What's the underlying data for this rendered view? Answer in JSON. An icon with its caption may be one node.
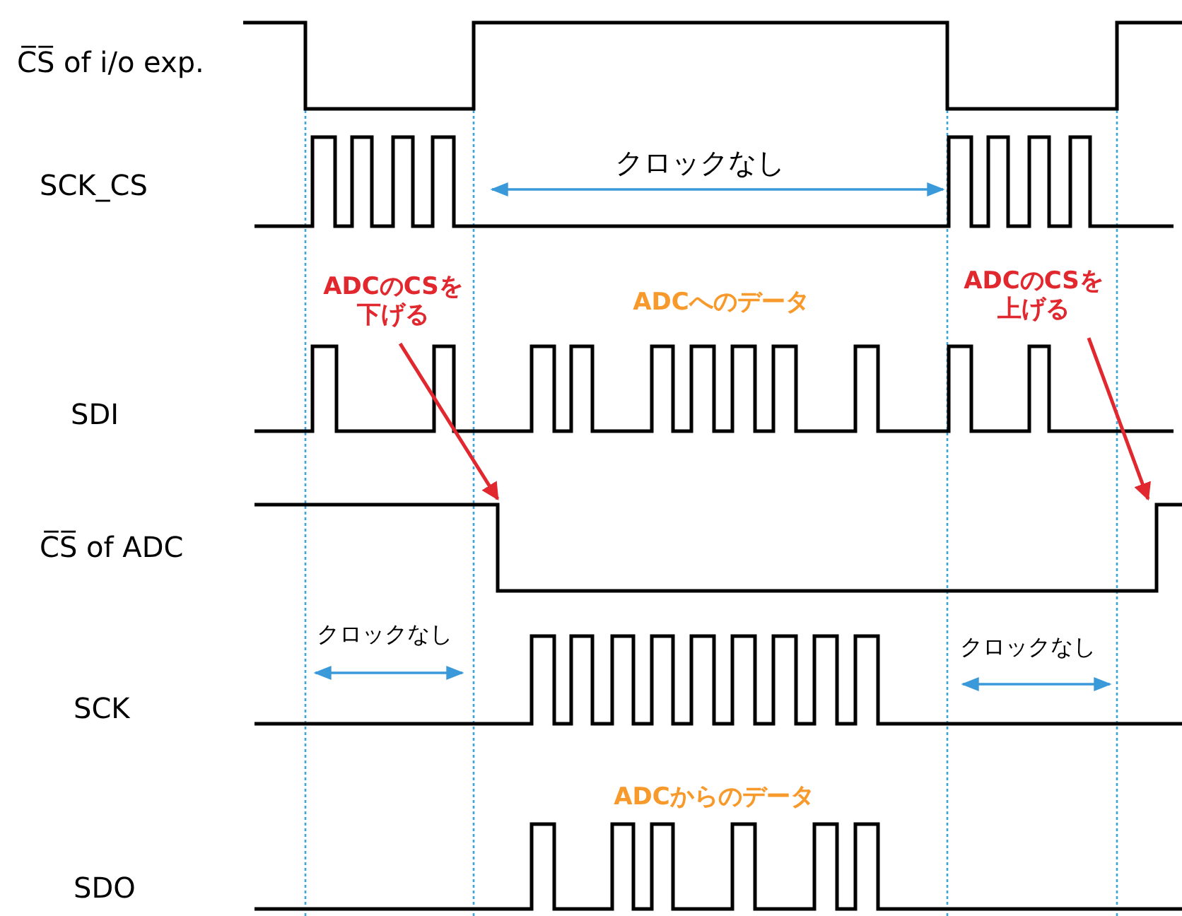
{
  "diagram": {
    "nodes": [
      {
        "text": [
          "ADCのCSを下げる"
        ]
      },
      {
        "text": [
          "ADCのCSを上げる"
        ]
      }
    ],
    "edges": [
      {
        "from": 0,
        "to": null,
        "arrow": "to",
        "color": "#e0282e"
      },
      {
        "from": 1,
        "to": null,
        "arrow": "to",
        "color": "#e0282e"
      }
    ],
    "labels": [
      "C̅S̅ of i/o exp.",
      "SCK_CS",
      "クロックなし",
      "ADCへのデータ",
      "SDI",
      "C̅S̅ of ADC",
      "クロックなし",
      "クロックなし",
      "SCK",
      "ADCからのデータ",
      "SDO"
    ]
  }
}
